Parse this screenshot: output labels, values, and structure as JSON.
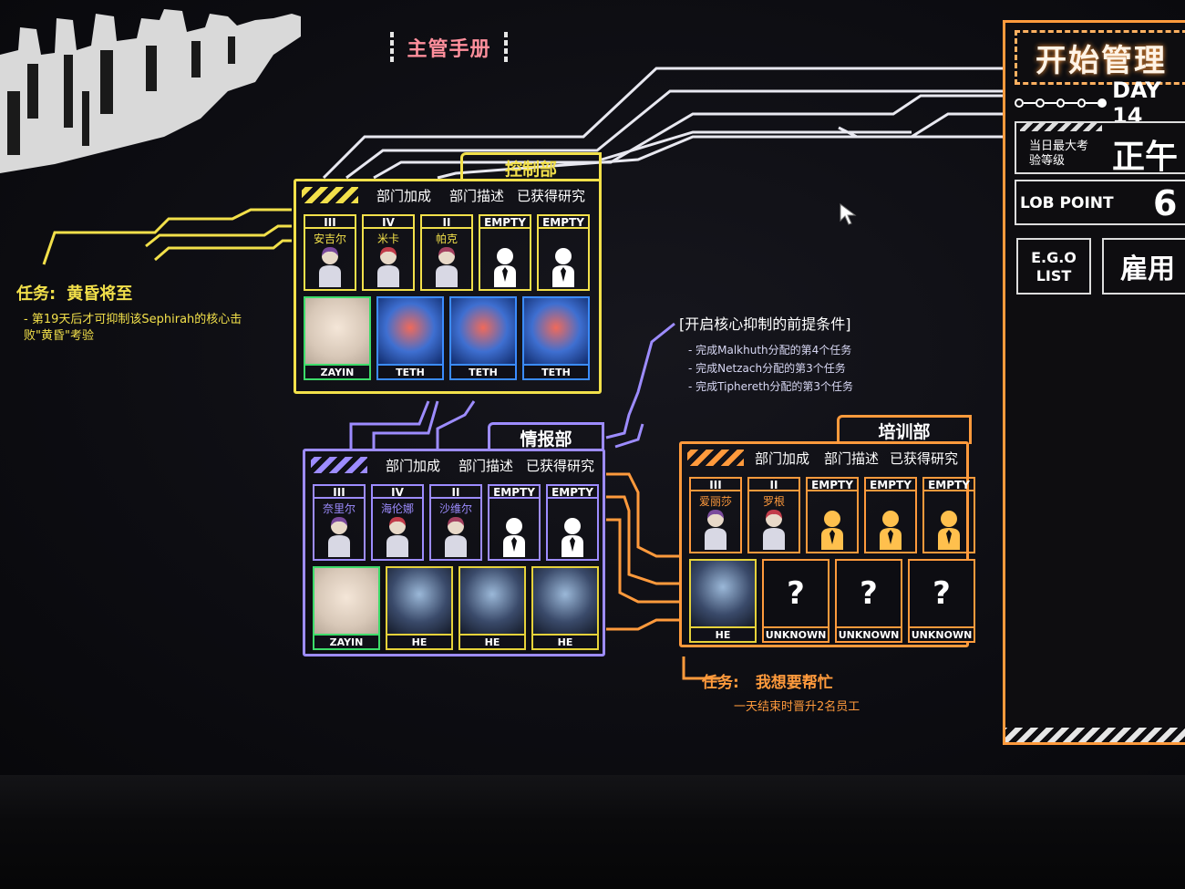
{
  "header": {
    "title": "主管手册"
  },
  "departments": {
    "control": {
      "name": "控制部",
      "color": "#f2e04a",
      "options": [
        "部门加成",
        "部门描述",
        "已获得研究"
      ],
      "agents": [
        {
          "rank": "III",
          "name": "安吉尔",
          "filled": true
        },
        {
          "rank": "IV",
          "name": "米卡",
          "filled": true
        },
        {
          "rank": "II",
          "name": "帕克",
          "filled": true
        },
        {
          "rank": "EMPTY",
          "name": "",
          "filled": false
        },
        {
          "rank": "EMPTY",
          "name": "",
          "filled": false
        }
      ],
      "abnormalities": [
        {
          "level": "ZAYIN",
          "level_color": "#3ddc6a"
        },
        {
          "level": "TETH",
          "level_color": "#3b8cff"
        },
        {
          "level": "TETH",
          "level_color": "#3b8cff"
        },
        {
          "level": "TETH",
          "level_color": "#3b8cff"
        }
      ]
    },
    "information": {
      "name": "情报部",
      "color": "#9d8cff",
      "options": [
        "部门加成",
        "部门描述",
        "已获得研究"
      ],
      "agents": [
        {
          "rank": "III",
          "name": "奈里尔",
          "filled": true
        },
        {
          "rank": "IV",
          "name": "海伦娜",
          "filled": true
        },
        {
          "rank": "II",
          "name": "沙维尔",
          "filled": true
        },
        {
          "rank": "EMPTY",
          "name": "",
          "filled": false
        },
        {
          "rank": "EMPTY",
          "name": "",
          "filled": false
        }
      ],
      "abnormalities": [
        {
          "level": "ZAYIN",
          "level_color": "#3ddc6a"
        },
        {
          "level": "HE",
          "level_color": "#e6d23a"
        },
        {
          "level": "HE",
          "level_color": "#e6d23a"
        },
        {
          "level": "HE",
          "level_color": "#e6d23a"
        }
      ]
    },
    "training": {
      "name": "培训部",
      "color": "#ff9a3c",
      "options": [
        "部门加成",
        "部门描述",
        "已获得研究"
      ],
      "agents": [
        {
          "rank": "III",
          "name": "爱丽莎",
          "filled": true
        },
        {
          "rank": "II",
          "name": "罗根",
          "filled": true
        },
        {
          "rank": "EMPTY",
          "name": "",
          "filled": false
        },
        {
          "rank": "EMPTY",
          "name": "",
          "filled": false
        },
        {
          "rank": "EMPTY",
          "name": "",
          "filled": false
        }
      ],
      "abnormalities": [
        {
          "level": "HE",
          "level_color": "#e6d23a",
          "unknown": false
        },
        {
          "level": "UNKNOWN",
          "level_color": "#ff9a3c",
          "unknown": true
        },
        {
          "level": "UNKNOWN",
          "level_color": "#ff9a3c",
          "unknown": true
        },
        {
          "level": "UNKNOWN",
          "level_color": "#ff9a3c",
          "unknown": true
        }
      ]
    }
  },
  "mission_left": {
    "prefix": "任务:",
    "title": "黄昏将至",
    "desc": "- 第19天后才可抑制该Sephirah的核心击败\"黄昏\"考验"
  },
  "core_conditions": {
    "title": "[开启核心抑制的前提条件]",
    "items": [
      "- 完成Malkhuth分配的第4个任务",
      "- 完成Netzach分配的第3个任务",
      "- 完成Tiphereth分配的第3个任务"
    ]
  },
  "mission_right": {
    "prefix": "任务:",
    "title": "我想要帮忙",
    "desc": "一天结束时晋升2名员工"
  },
  "side_panel": {
    "start_label": "开始管理",
    "day_label": "DAY 14",
    "danger_label": "当日最大考验等级",
    "danger_value": "正午",
    "lob_label": "LOB POINT",
    "lob_value": "6",
    "ego_label": "E.G.O LIST",
    "hire_label": "雇用"
  },
  "colors": {
    "control": "#f2e04a",
    "information": "#9d8cff",
    "training": "#ff9a3c",
    "circuit": "#e8e8f0"
  }
}
